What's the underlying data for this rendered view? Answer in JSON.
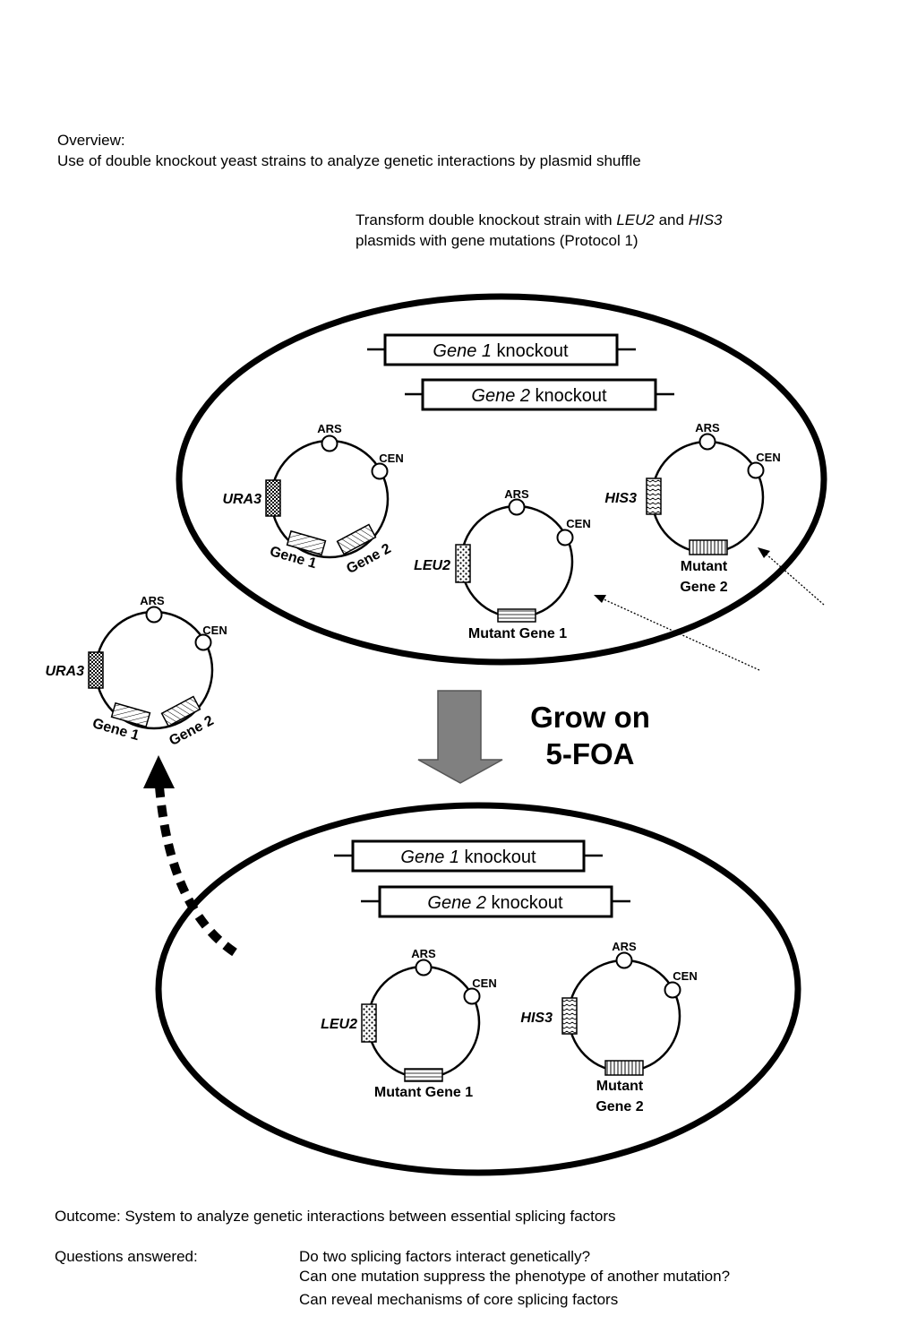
{
  "overview": {
    "heading": "Overview:",
    "subtitle": "Use of double knockout yeast strains to analyze genetic interactions by plasmid shuffle"
  },
  "transform_note": {
    "part1": "Transform double knockout strain with ",
    "leu2": "LEU2",
    "and": " and ",
    "his3": "HIS3",
    "line2": "plasmids with gene mutations (Protocol 1)"
  },
  "labels": {
    "gene1": "Gene 1",
    "gene2": "Gene 2",
    "knockout": " knockout",
    "ars": "ARS",
    "cen": "CEN",
    "ura3": "URA3",
    "leu2": "LEU2",
    "his3": "HIS3",
    "mutant_gene1": "Mutant Gene 1",
    "mutant": "Mutant",
    "gene2_line": "Gene 2"
  },
  "step": {
    "line1": "Grow on",
    "line2": "5-FOA"
  },
  "outcome": {
    "label": "Outcome:",
    "text": "System to analyze genetic interactions between essential splicing factors"
  },
  "questions": {
    "label": "Questions answered:",
    "items": [
      "Do two splicing factors interact genetically?",
      "Can one mutation suppress the phenotype of another mutation?",
      "Can reveal mechanisms of core splicing factors"
    ]
  }
}
